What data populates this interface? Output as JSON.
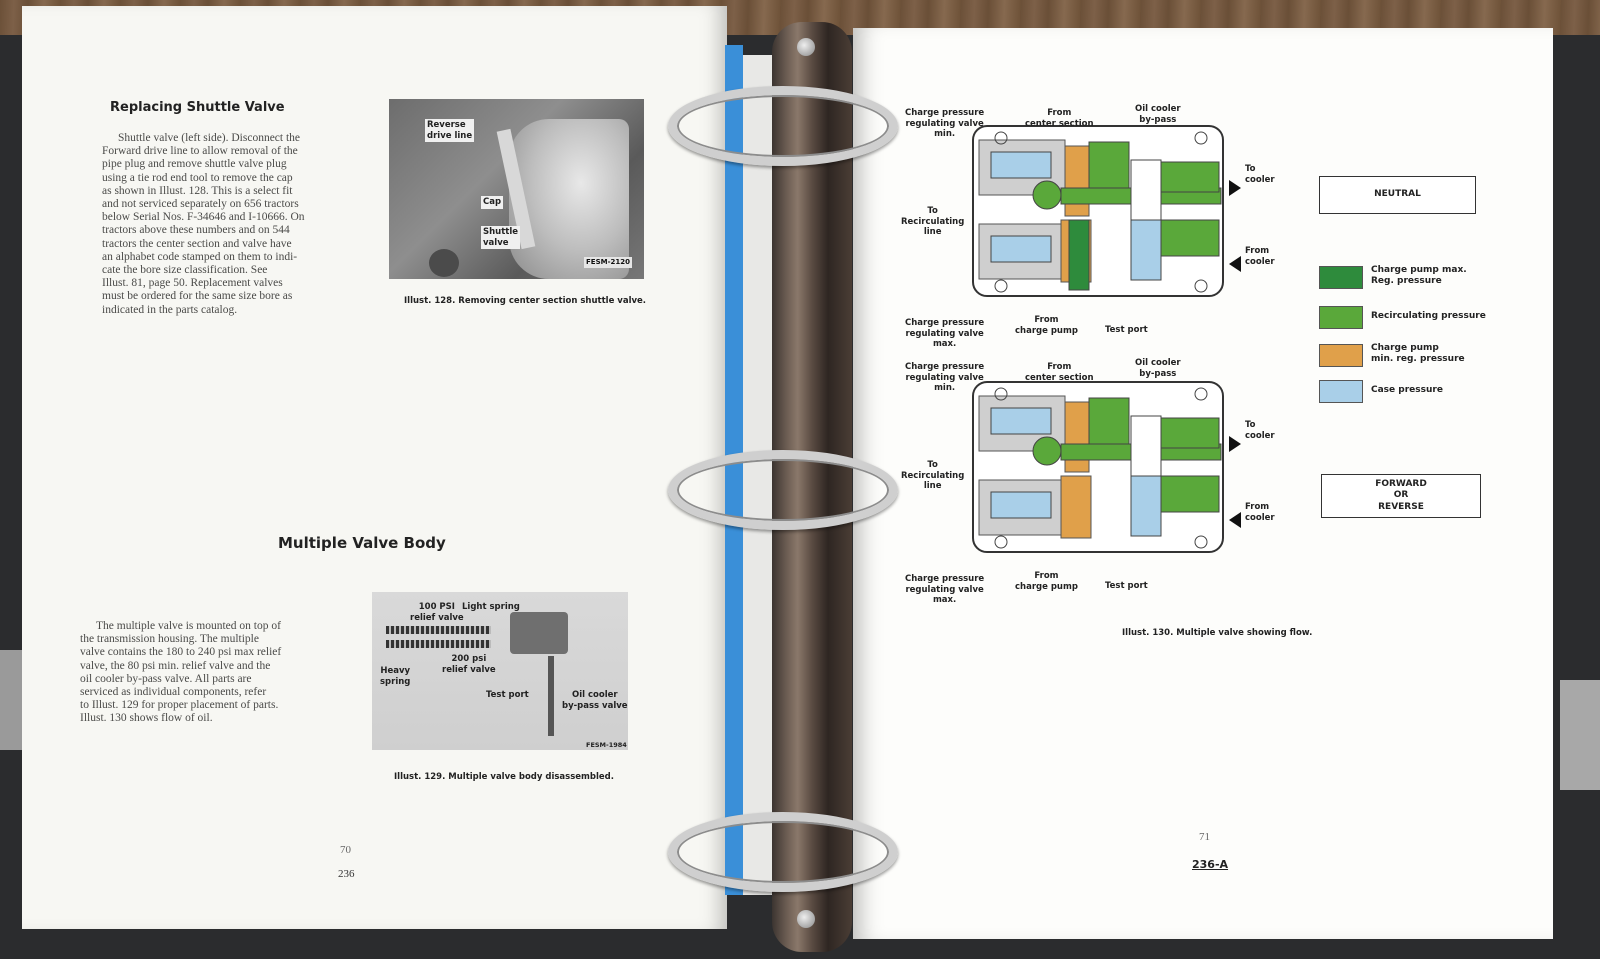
{
  "left_page": {
    "section1_title": "Replacing Shuttle Valve",
    "section1_lines": [
      "Shuttle valve (left side).  Disconnect the",
      "Forward drive line to allow removal of the",
      "pipe plug and remove shuttle valve plug",
      "using a tie rod end tool to remove the cap",
      "as shown in Illust. 128.  This is a select fit",
      "and not serviced separately on 656 tractors",
      "below Serial Nos. F-34646 and I-10666.  On",
      "tractors above these numbers and on 544",
      "tractors the center section and valve have",
      "an alphabet code stamped on them to indi-",
      "cate the bore size classification.  See",
      "Illust. 81, page 50.  Replacement valves",
      "must be ordered for the same size bore as",
      "indicated in the parts catalog."
    ],
    "photo1": {
      "labels": {
        "reverse": "Reverse\ndrive line",
        "cap": "Cap",
        "shuttle": "Shuttle\nvalve",
        "code": "FESM-2120"
      },
      "caption": "Illust. 128.  Removing center section shuttle valve."
    },
    "section2_title": "Multiple Valve Body",
    "section2_lines": [
      "The multiple valve is mounted on top of",
      "the transmission housing.  The multiple",
      "valve contains the 180 to 240 psi max relief",
      "valve, the 80 psi min. relief valve and the",
      "oil cooler by-pass valve.  All parts are",
      "serviced as individual components, refer",
      "to Illust. 129 for proper placement of parts.",
      "Illust. 130 shows flow of oil."
    ],
    "photo2": {
      "labels": {
        "psi100": "100 PSI\nrelief valve",
        "light": "Light spring",
        "psi200": "200 psi\nrelief valve",
        "heavy": "Heavy\nspring",
        "test": "Test port",
        "cooler": "Oil cooler\nby-pass valve",
        "code": "FESM-1984"
      },
      "caption": "Illust. 129.  Multiple valve body disassembled."
    },
    "page_no": "70",
    "page_code": "236"
  },
  "right_page": {
    "diagram_labels": {
      "charge_min": "Charge pressure\nregulating valve\nmin.",
      "from_center": "From\ncenter section",
      "oil_bypass": "Oil cooler\nby-pass",
      "to_cooler": "To\ncooler",
      "to_recirc": "To\nRecirculating\nline",
      "from_cooler": "From\ncooler",
      "charge_max": "Charge pressure\nregulating valve\nmax.",
      "from_pump": "From\ncharge pump",
      "test_port": "Test port"
    },
    "mode_neutral": "NEUTRAL",
    "mode_forward": "FORWARD\nOR\nREVERSE",
    "legend": [
      {
        "label": "Charge pump max.\nReg. pressure",
        "color": "#2e8b3c"
      },
      {
        "label": "Recirculating pressure",
        "color": "#5aa83a"
      },
      {
        "label": "Charge pump\nmin. reg. pressure",
        "color": "#e0a04a"
      },
      {
        "label": "Case pressure",
        "color": "#a9cfe8"
      }
    ],
    "caption": "Illust. 130.  Multiple valve showing flow.",
    "page_no": "71",
    "page_code": "236-A"
  }
}
